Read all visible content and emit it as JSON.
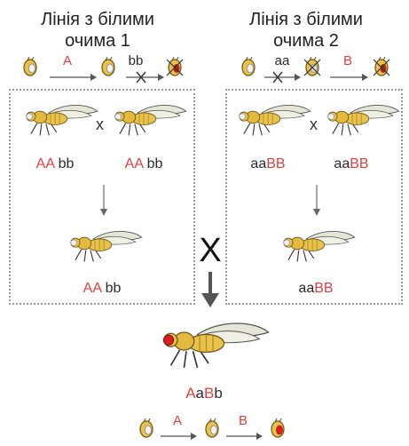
{
  "line1": {
    "title_line1": "Лінія з білими",
    "title_line2": "очима 1",
    "pathway": {
      "step1_label": "A",
      "step2_label": "bb"
    }
  },
  "line2": {
    "title_line1": "Лінія з білими",
    "title_line2": "очима 2",
    "pathway": {
      "step1_label": "aa",
      "step2_label": "B"
    }
  },
  "panel_left": {
    "parent1": {
      "first": "AA",
      "second": "bb"
    },
    "cross_symbol": "x",
    "parent2": {
      "first": "AA",
      "second": "bb"
    },
    "offspring": {
      "first": "AA",
      "second": "bb"
    }
  },
  "panel_right": {
    "parent1": {
      "first": "aa",
      "second": "BB"
    },
    "cross_symbol": "x",
    "parent2": {
      "first": "aa",
      "second": "BB"
    },
    "offspring": {
      "first": "aa",
      "second": "BB"
    }
  },
  "big_cross": "X",
  "hybrid": {
    "g1": "A",
    "g2": "a",
    "g3": "B",
    "g4": "b"
  },
  "bottom_pathway": {
    "step1_label": "A",
    "step2_label": "B"
  },
  "colors": {
    "red": "#e0403f",
    "fly_body": "#e8c24a",
    "fly_wing": "#e6e6d8",
    "dotted_border": "#9a9a9a",
    "arrow": "#555555"
  }
}
